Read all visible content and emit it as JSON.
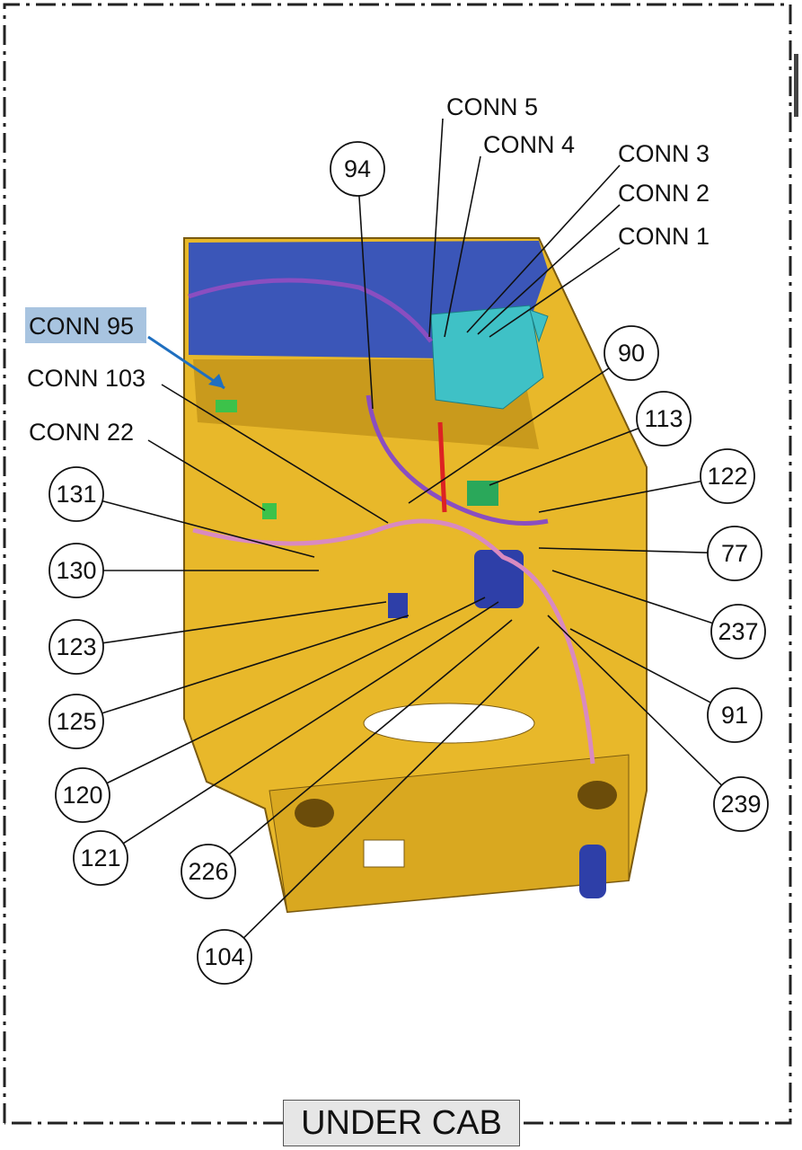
{
  "diagram": {
    "title": "UNDER CAB",
    "highlight_color": "#a8c4e0",
    "arrow_color": "#1f6fc0",
    "chassis_color": "#f0c030",
    "connector_labels": [
      {
        "id": "conn5",
        "text": "CONN 5"
      },
      {
        "id": "conn4",
        "text": "CONN 4"
      },
      {
        "id": "conn3",
        "text": "CONN 3"
      },
      {
        "id": "conn2",
        "text": "CONN 2"
      },
      {
        "id": "conn1",
        "text": "CONN 1"
      },
      {
        "id": "conn95",
        "text": "CONN 95",
        "highlighted": true
      },
      {
        "id": "conn103",
        "text": "CONN 103"
      },
      {
        "id": "conn22",
        "text": "CONN 22"
      }
    ],
    "callouts": [
      "94",
      "90",
      "113",
      "122",
      "77",
      "237",
      "91",
      "239",
      "131",
      "130",
      "123",
      "125",
      "120",
      "121",
      "226",
      "104"
    ]
  }
}
